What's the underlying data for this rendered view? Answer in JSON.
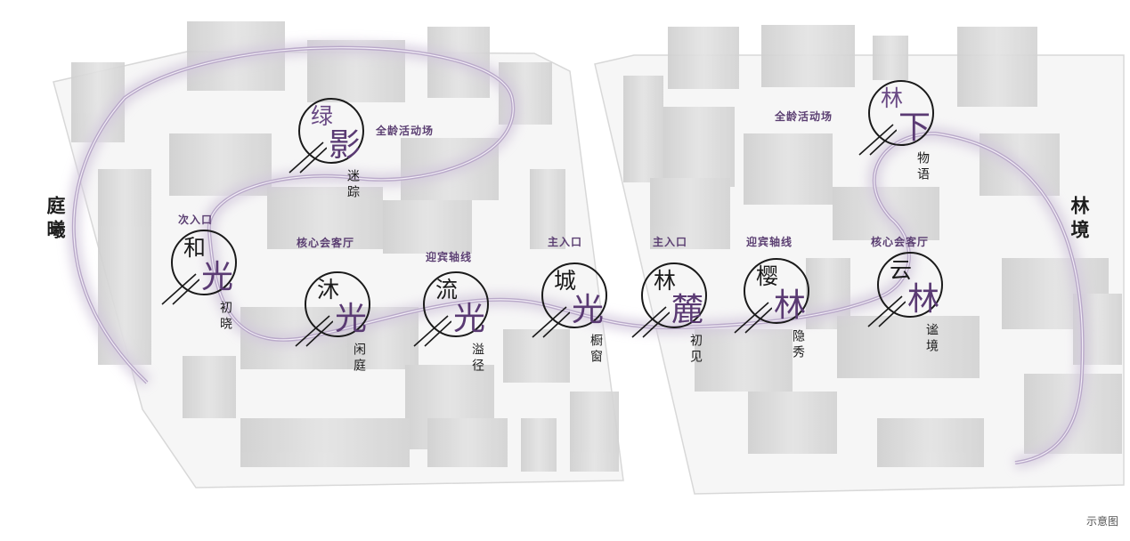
{
  "side_titles": {
    "left": "庭曦",
    "right": "林境"
  },
  "area_labels": [
    {
      "id": "all-age-left",
      "text": "全龄活动场"
    },
    {
      "id": "secondary-entrance",
      "text": "次入口"
    },
    {
      "id": "core-lounge-left",
      "text": "核心会客厅"
    },
    {
      "id": "welcome-axis-left",
      "text": "迎宾轴线"
    },
    {
      "id": "main-entrance-left",
      "text": "主入口"
    },
    {
      "id": "main-entrance-right",
      "text": "主入口"
    },
    {
      "id": "welcome-axis-right",
      "text": "迎宾轴线"
    },
    {
      "id": "core-lounge-right",
      "text": "核心会客厅"
    },
    {
      "id": "all-age-right",
      "text": "全龄活动场"
    }
  ],
  "nodes": [
    {
      "id": "lvying",
      "c1": "绿",
      "c2": "影",
      "sub": "迷踪",
      "c1_color": "purple"
    },
    {
      "id": "heguang",
      "c1": "和",
      "c2": "光",
      "sub": "初晓"
    },
    {
      "id": "muguang",
      "c1": "沐",
      "c2": "光",
      "sub": "闲庭"
    },
    {
      "id": "liuguang",
      "c1": "流",
      "c2": "光",
      "sub": "溢径"
    },
    {
      "id": "chengguang",
      "c1": "城",
      "c2": "光",
      "sub": "橱窗"
    },
    {
      "id": "linlu",
      "c1": "林",
      "c2": "麓",
      "sub": "初见"
    },
    {
      "id": "yinglin",
      "c1": "樱",
      "c2": "林",
      "sub": "隐秀"
    },
    {
      "id": "yunlin",
      "c1": "云",
      "c2": "林",
      "sub": "谧境"
    },
    {
      "id": "linxia",
      "c1": "林",
      "c2": "下",
      "sub": "物语",
      "c1_color": "purple"
    }
  ],
  "caption": "示意图",
  "colors": {
    "accent": "#5a3a73",
    "path": "#b9a9c9",
    "building": "#dcdcdc"
  }
}
